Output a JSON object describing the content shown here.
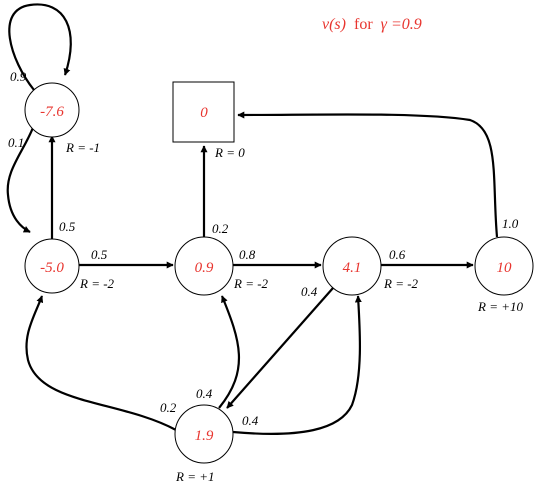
{
  "colors": {
    "value_text": "#e8352f",
    "stroke": "#000000",
    "title": "#e8352f"
  },
  "title": {
    "prefix": "v(s)",
    "middle": "for",
    "suffix": "γ =0.9"
  },
  "states": [
    {
      "id": "s1",
      "value": "-7.6",
      "shape": "circle",
      "reward": "R = -1"
    },
    {
      "id": "terminal",
      "value": "0",
      "shape": "square",
      "reward": "R = 0"
    },
    {
      "id": "s2",
      "value": "-5.0",
      "shape": "circle",
      "reward": "R = -2"
    },
    {
      "id": "s3",
      "value": "0.9",
      "shape": "circle",
      "reward": "R = -2"
    },
    {
      "id": "s4",
      "value": "4.1",
      "shape": "circle",
      "reward": "R = -2"
    },
    {
      "id": "s5",
      "value": "10",
      "shape": "circle",
      "reward": "R = +10"
    },
    {
      "id": "s6",
      "value": "1.9",
      "shape": "circle",
      "reward": "R = +1"
    }
  ],
  "transitions": [
    {
      "from": "s1",
      "to": "s1",
      "prob": "0.9"
    },
    {
      "from": "s1",
      "to": "s2",
      "prob": "0.1"
    },
    {
      "from": "s2",
      "to": "s1",
      "prob": "0.5"
    },
    {
      "from": "s2",
      "to": "s3",
      "prob": "0.5"
    },
    {
      "from": "s3",
      "to": "terminal",
      "prob": "0.2"
    },
    {
      "from": "s3",
      "to": "s4",
      "prob": "0.8"
    },
    {
      "from": "s4",
      "to": "s5",
      "prob": "0.6"
    },
    {
      "from": "s4",
      "to": "s6",
      "prob": "0.4"
    },
    {
      "from": "s5",
      "to": "terminal",
      "prob": "1.0"
    },
    {
      "from": "s6",
      "to": "s2",
      "prob": "0.2"
    },
    {
      "from": "s6",
      "to": "s3",
      "prob": "0.4"
    },
    {
      "from": "s6",
      "to": "s4",
      "prob": "0.4"
    }
  ]
}
